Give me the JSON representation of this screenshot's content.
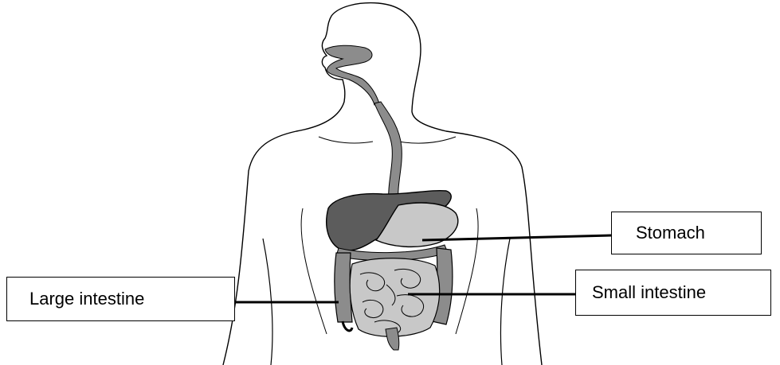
{
  "diagram": {
    "labels": {
      "stomach": "Stomach",
      "small_intestine": "Small intestine",
      "large_intestine": "Large intestine"
    }
  },
  "colors": {
    "outline": "#000000",
    "organ_dark": "#5c5c5c",
    "organ_mid": "#8c8c8c",
    "organ_light": "#c8c8c8",
    "background": "#ffffff"
  }
}
